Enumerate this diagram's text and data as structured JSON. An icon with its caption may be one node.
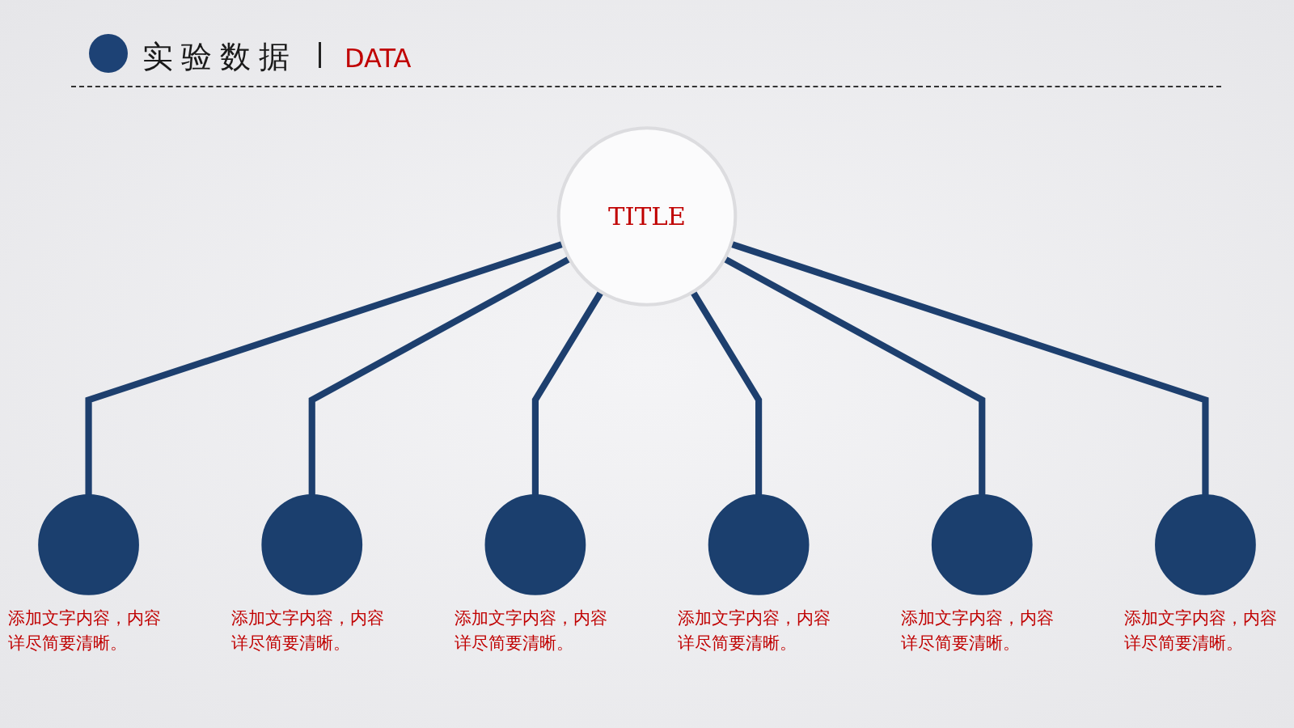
{
  "diagram": {
    "title": "实验数据",
    "nodes": [
      {
        "text": [
          "TITLE"
        ]
      },
      {
        "text": [],
        "shape": "circle",
        "beside": [
          "添加文字内容，内容详尽简要清晰。"
        ]
      },
      {
        "text": [],
        "shape": "circle",
        "beside": [
          "添加文字内容，内容详尽简要清晰。"
        ]
      },
      {
        "text": [],
        "shape": "circle",
        "beside": [
          "添加文字内容，内容详尽简要清晰。"
        ]
      },
      {
        "text": [],
        "shape": "circle",
        "beside": [
          "添加文字内容，内容详尽简要清晰。"
        ]
      },
      {
        "text": [],
        "shape": "circle",
        "beside": [
          "添加文字内容，内容详尽简要清晰。"
        ]
      },
      {
        "text": [],
        "shape": "circle",
        "beside": [
          "添加文字内容，内容详尽简要清晰。"
        ]
      }
    ],
    "edges": [
      {
        "from": 0,
        "to": 1,
        "arrow": "none"
      },
      {
        "from": 0,
        "to": 2,
        "arrow": "none"
      },
      {
        "from": 0,
        "to": 3,
        "arrow": "none"
      },
      {
        "from": 0,
        "to": 4,
        "arrow": "none"
      },
      {
        "from": 0,
        "to": 5,
        "arrow": "none"
      },
      {
        "from": 0,
        "to": 6,
        "arrow": "none"
      }
    ],
    "labels": [
      "DATA"
    ]
  }
}
